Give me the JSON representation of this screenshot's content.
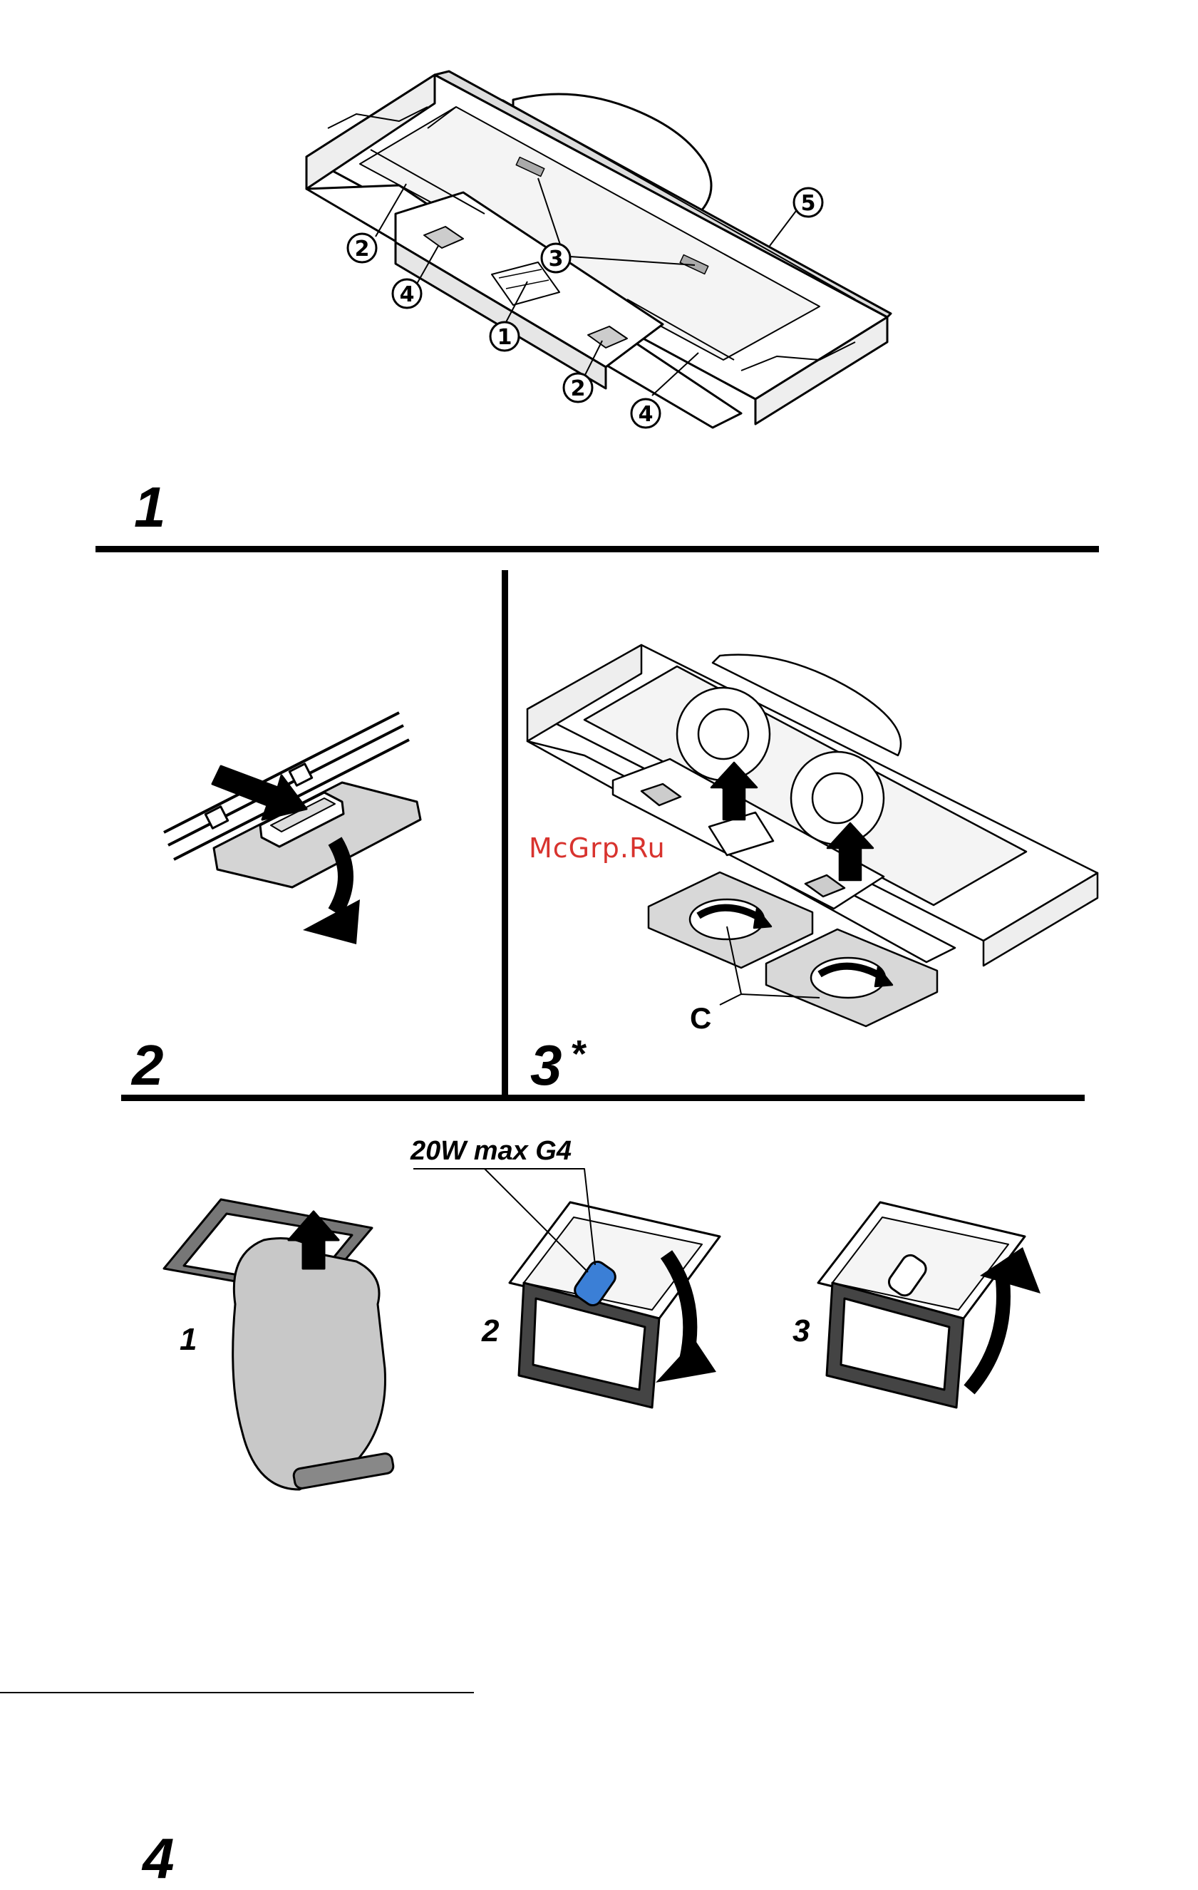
{
  "steps": {
    "step1": {
      "number": "1"
    },
    "step2": {
      "number": "2"
    },
    "step3": {
      "number": "3",
      "marker": "*"
    },
    "step4": {
      "number": "4"
    }
  },
  "callouts": {
    "c1": "1",
    "c2": "2",
    "c3": "3",
    "c4": "4",
    "c5": "5"
  },
  "lamp": {
    "spec": "20W max G4"
  },
  "cover_label": "C",
  "substeps": [
    "1",
    "2",
    "3"
  ],
  "watermark": "McGrp.Ru",
  "colors": {
    "ink": "#000000",
    "bulb": "#3b7fd6",
    "glove": "#c8c8c8",
    "watermark": "#d8332e"
  }
}
